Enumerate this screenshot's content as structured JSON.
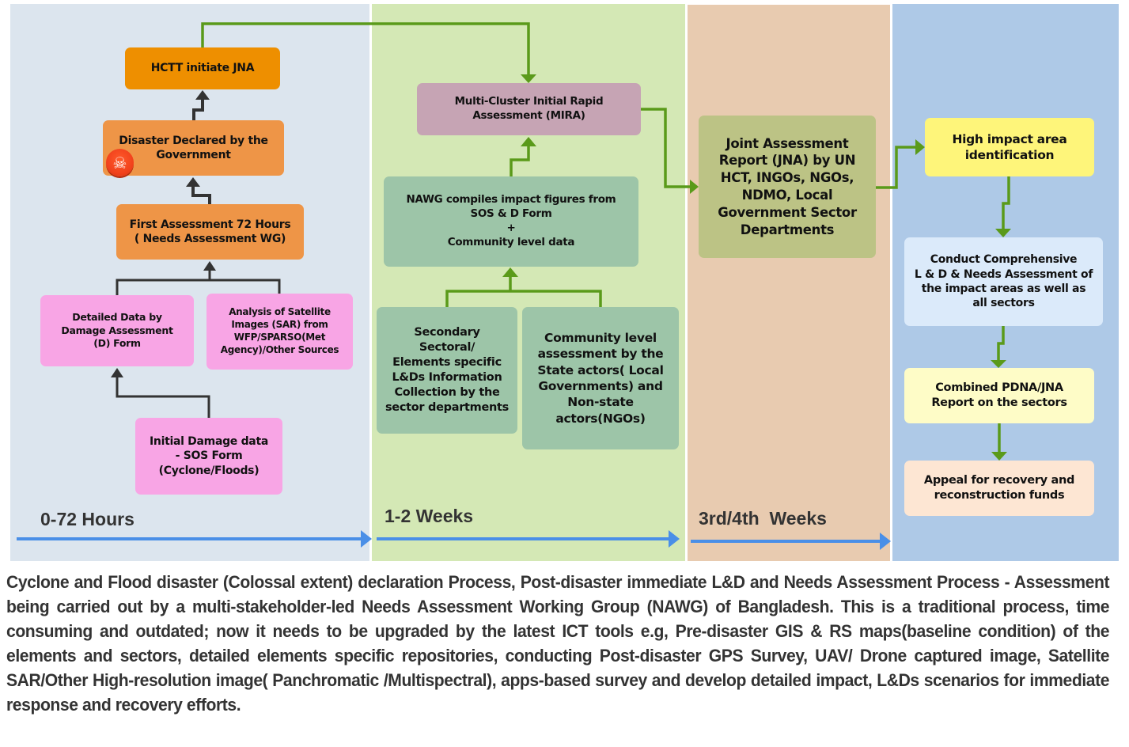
{
  "diagram": {
    "lanes": [
      {
        "id": "lane-0-72-hours",
        "label": "0-72 Hours",
        "color": "#dce5ee"
      },
      {
        "id": "lane-1-2-weeks",
        "label": "1-2 Weeks",
        "color": "#d4e8b5"
      },
      {
        "id": "lane-3rd-4th-weeks",
        "label": "3rd/4th  Weeks",
        "color": "#e8cbb0"
      },
      {
        "id": "lane-final",
        "label": "",
        "color": "#aec9e7"
      }
    ],
    "nodes": {
      "hctt": "HCTT initiate JNA",
      "declared": "Disaster Declared by the\nGovernment",
      "first_assessment": "First Assessment 72 Hours\n( Needs Assessment WG)",
      "detailed_data": "Detailed Data by\nDamage Assessment\n(D) Form",
      "satellite": "Analysis of Satellite\nImages (SAR) from\nWFP/SPARSO(Met\nAgency)/Other Sources",
      "initial_damage": "Initial Damage data\n- SOS Form\n(Cyclone/Floods)",
      "mira": "Multi-Cluster Initial Rapid\nAssessment (MIRA)",
      "nawg": "NAWG compiles impact figures from\nSOS & D Form\n+\nCommunity level data",
      "secondary": "Secondary\nSectoral/\nElements specific\nL&Ds Information\nCollection by the\nsector departments",
      "community": "Community level\nassessment by the\nState actors( Local\nGovernments) and\nNon-state\nactors(NGOs)",
      "jna_report": "Joint Assessment\nReport (JNA) by UN\nHCT, INGOs, NGOs,\nNDMO, Local\nGovernment Sector\nDepartments",
      "high_impact": "High impact area\nidentification",
      "comprehensive": "Conduct Comprehensive\nL & D & Needs Assessment of\nthe impact areas as well as\nall sectors",
      "combined": "Combined PDNA/JNA\nReport on the sectors",
      "appeal": "Appeal for recovery and\nreconstruction funds"
    },
    "node_colors": {
      "hctt": "#ee8f00",
      "orange": "#ee9547",
      "pink": "#f8a5e5",
      "mira": "#c6a4b4",
      "teal_green": "#9dc5a8",
      "olive": "#bcc385",
      "yellow": "#fef57a",
      "light_blue": "#dbeafa",
      "light_yellow": "#fefcc7",
      "peach": "#fde6d3"
    },
    "connector_colors": {
      "dark": "#333333",
      "green": "#5a9a1a",
      "timeline": "#4a8fe7"
    },
    "icons": {
      "declared_badge": "skull-crossbones-icon"
    },
    "skull_glyph": "☠"
  },
  "caption": "Cyclone and Flood disaster (Colossal extent) declaration Process, Post-disaster immediate L&D and Needs Assessment Process - Assessment being carried out by a multi-stakeholder-led Needs Assessment Working Group (NAWG) of Bangladesh. This is a traditional process, time consuming and outdated; now it needs to be upgraded by the latest ICT tools e.g, Pre-disaster GIS & RS maps(baseline condition) of the elements and sectors, detailed elements specific repositories, conducting Post-disaster GPS Survey, UAV/ Drone captured image, Satellite SAR/Other High-resolution image( Panchromatic /Multispectral), apps-based survey and develop detailed impact, L&Ds scenarios for immediate response and recovery efforts."
}
